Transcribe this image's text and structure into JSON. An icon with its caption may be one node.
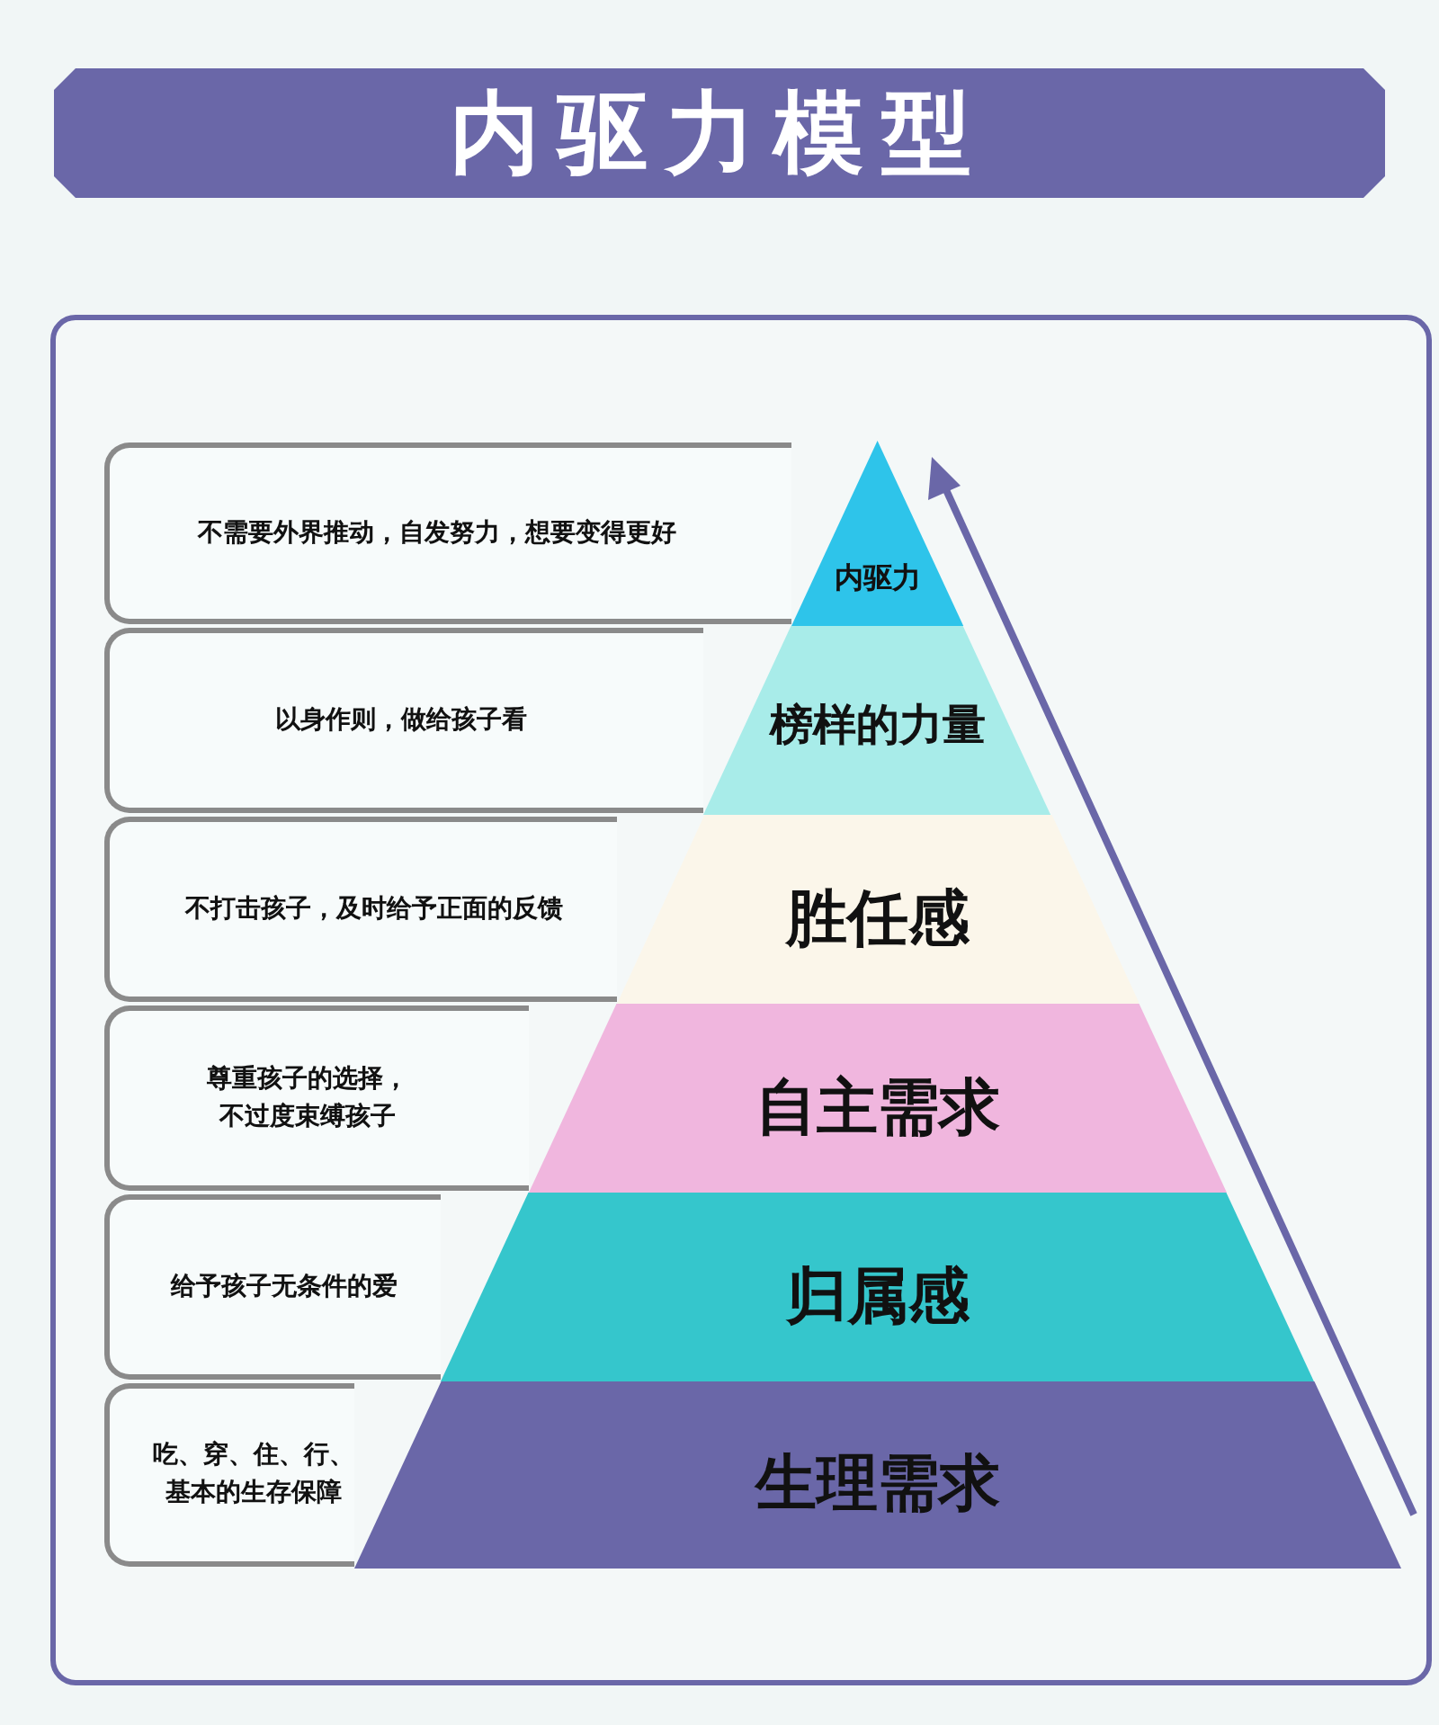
{
  "diagram": {
    "title": "内驱力模型",
    "nodes": [
      {
        "text": [
          "不需要外界推动，自发努力，想要变得更好"
        ]
      },
      {
        "text": [
          "内驱力"
        ]
      },
      {
        "text": [
          "以身作则，做给孩子看"
        ]
      },
      {
        "text": [
          "榜样的力量"
        ]
      },
      {
        "text": [
          "不打击孩子，及时给予正面的反馈"
        ]
      },
      {
        "text": [
          "胜任感"
        ]
      },
      {
        "text": [
          "尊重孩子的选择，不过度束缚孩子"
        ]
      },
      {
        "text": [
          "自主需求"
        ]
      },
      {
        "text": [
          "给予孩子无条件的爱"
        ]
      },
      {
        "text": [
          "归属感"
        ]
      },
      {
        "text": [
          "吃、穿、住、行、基本的生存保障"
        ]
      },
      {
        "text": [
          "生理需求"
        ]
      }
    ],
    "edges": []
  }
}
